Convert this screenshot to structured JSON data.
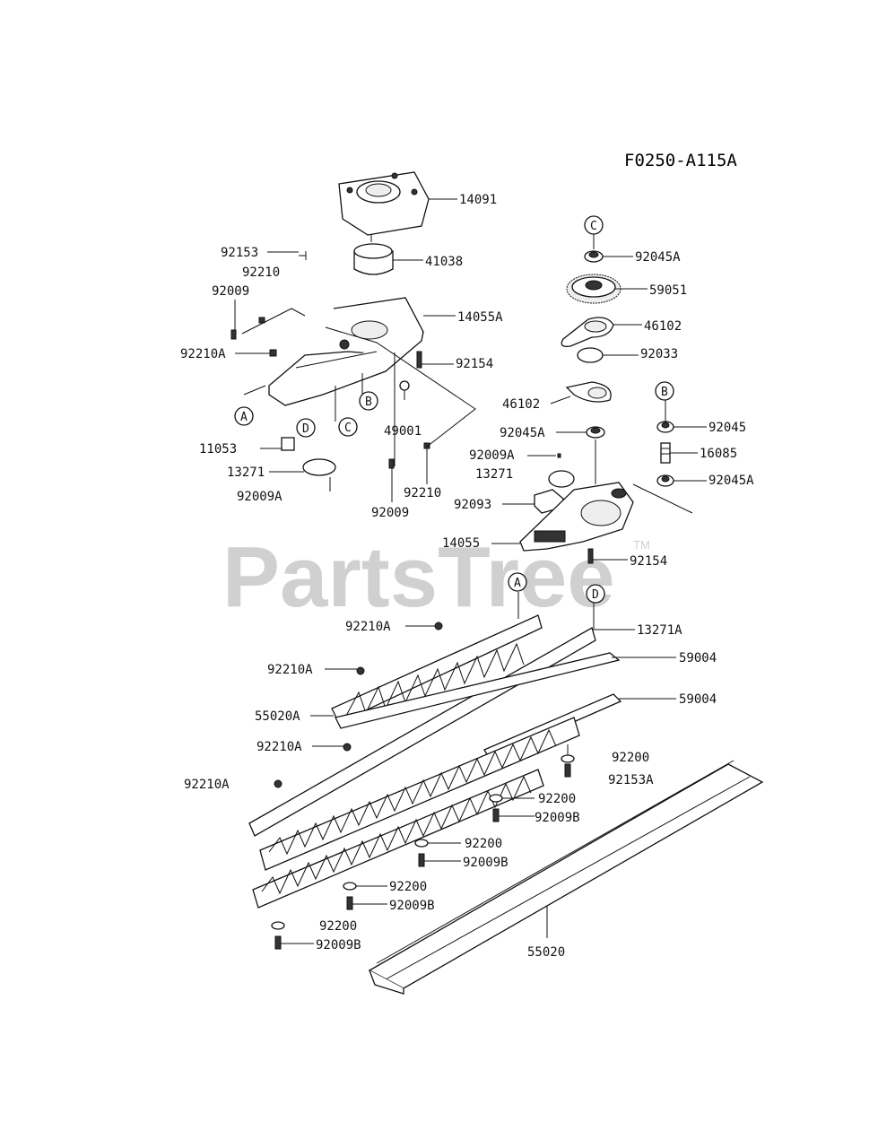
{
  "diagram_id": "F0250-A115A",
  "watermark": {
    "text": "PartsTree",
    "tm": "TM"
  },
  "callouts": [
    {
      "id": "A-1",
      "letter": "A"
    },
    {
      "id": "B-1",
      "letter": "B"
    },
    {
      "id": "C-1",
      "letter": "C"
    },
    {
      "id": "D-1",
      "letter": "D"
    },
    {
      "id": "C-2",
      "letter": "C"
    },
    {
      "id": "B-2",
      "letter": "B"
    },
    {
      "id": "A-2",
      "letter": "A"
    },
    {
      "id": "D-2",
      "letter": "D"
    }
  ],
  "part_labels": [
    "14091",
    "92153",
    "41038",
    "92210",
    "92009",
    "14055A",
    "92210A",
    "92154",
    "49001",
    "11053",
    "13271",
    "92009A",
    "92210",
    "92009",
    "92045A",
    "59051",
    "46102",
    "92033",
    "46102",
    "92045A",
    "92045",
    "16085",
    "92009A",
    "13271",
    "92045A",
    "92093",
    "14055",
    "92154",
    "92210A",
    "13271A",
    "92210A",
    "59004",
    "55020A",
    "59004",
    "92210A",
    "92200",
    "92210A",
    "92153A",
    "92200",
    "92009B",
    "92200",
    "92009B",
    "92200",
    "92009B",
    "92200",
    "92009B",
    "55020"
  ]
}
